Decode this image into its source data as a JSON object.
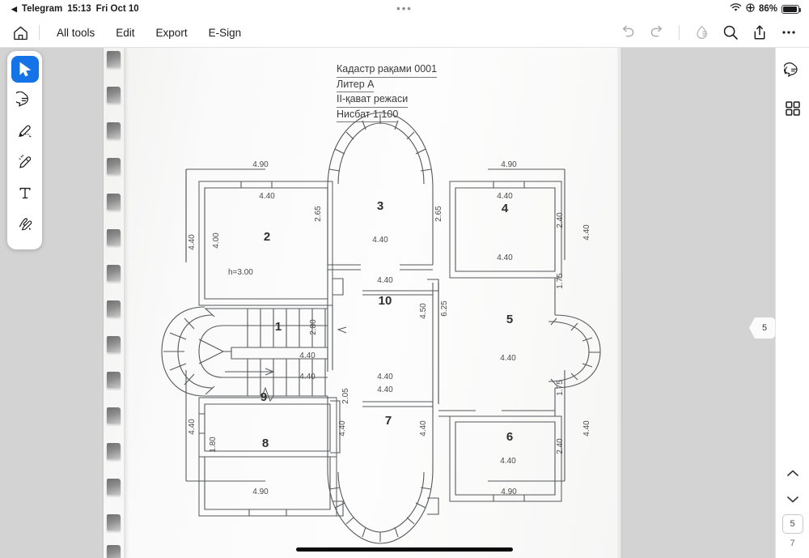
{
  "status_bar": {
    "back_arrow": "◀",
    "back_app": "Telegram",
    "time": "15:13",
    "date": "Fri Oct 10",
    "center_dots": "•••",
    "battery_percent": "86%",
    "wifi_icon": "wifi-icon",
    "location_icon": "location-icon",
    "battery_icon": "battery-icon"
  },
  "toolbar": {
    "home_icon": "home-icon",
    "items": [
      {
        "label": "All tools",
        "name": "all-tools"
      },
      {
        "label": "Edit",
        "name": "edit"
      },
      {
        "label": "Export",
        "name": "export"
      },
      {
        "label": "E-Sign",
        "name": "e-sign"
      }
    ],
    "right_icons": [
      {
        "name": "undo-icon"
      },
      {
        "name": "redo-icon"
      },
      {
        "name": "liquid-mode-icon"
      },
      {
        "name": "search-icon"
      },
      {
        "name": "share-icon"
      },
      {
        "name": "more-options-icon"
      }
    ]
  },
  "tool_palette": [
    {
      "name": "select-tool",
      "icon": "cursor-icon",
      "active": true
    },
    {
      "name": "comment-tool",
      "icon": "comment-bubble-icon",
      "active": false
    },
    {
      "name": "highlight-tool",
      "icon": "highlighter-icon",
      "active": false
    },
    {
      "name": "draw-tool",
      "icon": "pencil-icon",
      "active": false
    },
    {
      "name": "text-tool",
      "icon": "text-t-icon",
      "active": false
    },
    {
      "name": "signature-tool",
      "icon": "signature-icon",
      "active": false
    }
  ],
  "right_rail": {
    "comments_icon": "comments-stack-icon",
    "thumbnails_icon": "grid-thumbnails-icon",
    "scroll_up_icon": "chevron-up-icon",
    "scroll_down_icon": "chevron-down-icon",
    "current_page": "5",
    "total_pages": "7"
  },
  "page_scrubber": {
    "page": "5"
  },
  "document": {
    "title_lines": [
      "Кадастр рақами 0001",
      "Литер А",
      "II-қават режаси",
      "Нисбат 1:100"
    ],
    "room_numbers": [
      "1",
      "2",
      "3",
      "4",
      "5",
      "6",
      "7",
      "8",
      "9",
      "10"
    ],
    "height_note": "h=3.00",
    "dimensions": {
      "top_left_outer": "4.90",
      "top_right_outer": "4.90",
      "bottom_left_outer": "4.90",
      "bottom_right_outer": "4.90",
      "room2_top": "4.40",
      "room2_left_inner": "4.00",
      "outer_left_upper": "4.40",
      "room3_left": "2.65",
      "room3_right": "2.65",
      "room3_bottom": "4.40",
      "room4_top": "4.40",
      "room4_right": "2.40",
      "room4_bottom": "4.40",
      "outer_right_upper": "4.40",
      "room5_left": "6.25",
      "room5_notch_top": "1.75",
      "room5_notch_bottom": "1.75",
      "room10_right": "4.50",
      "room10_bottom_a": "4.40",
      "room10_bottom_b": "4.40",
      "stair_right": "2.80",
      "stair_note_a": "4.40",
      "stair_note_b": "4.40",
      "room9_right": "2.05",
      "room8_left": "1.80",
      "outer_left_lower": "4.40",
      "room7_left": "4.40",
      "room7_right": "4.40",
      "room6_top": "4.40",
      "room6_right": "2.40",
      "room6_bottom": "4.40",
      "outer_right_lower": "4.40"
    }
  },
  "colors": {
    "accent": "#1473e6",
    "page_bg": "#fbfbfa",
    "canvas_bg": "#d3d3d3",
    "ink": "#3c3c3c"
  }
}
